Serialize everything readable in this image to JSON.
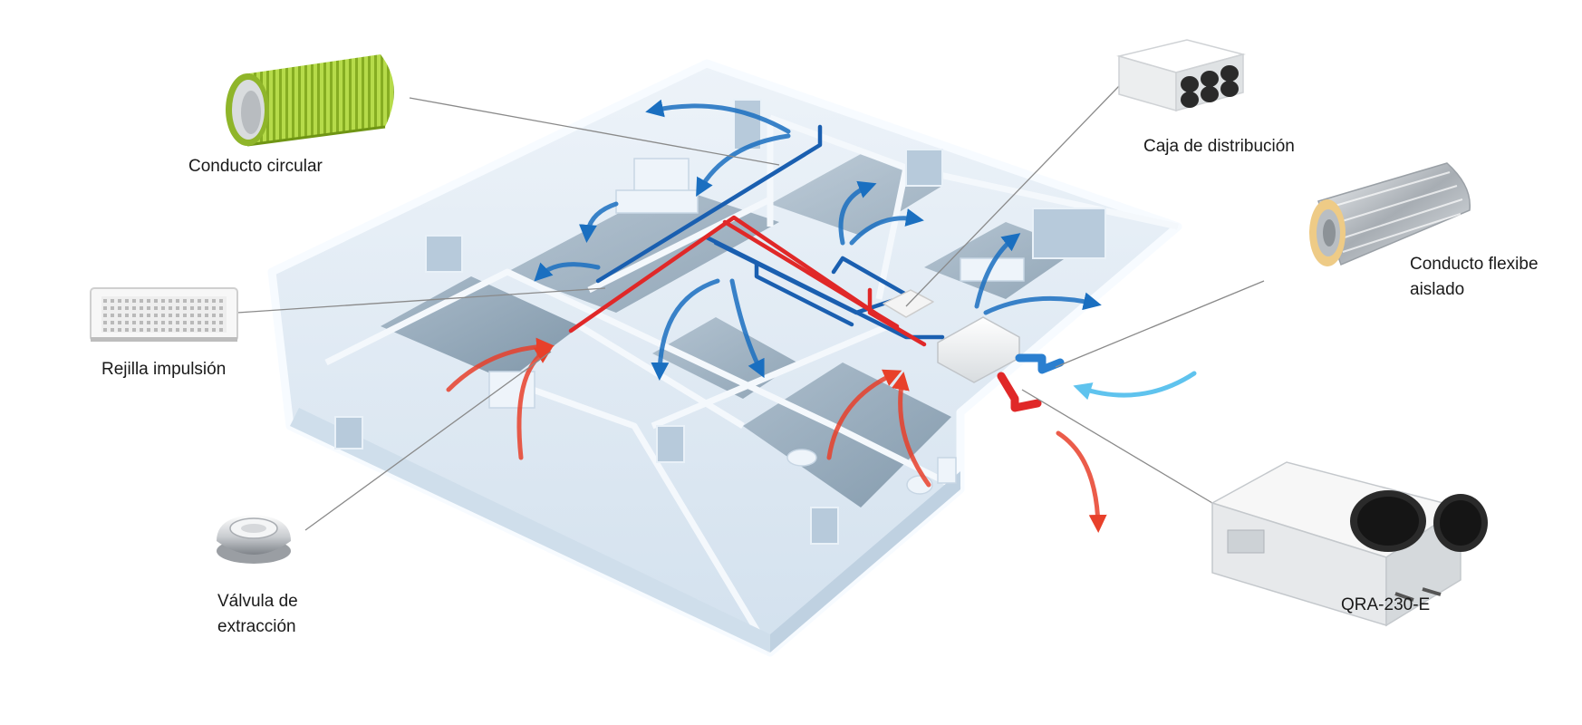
{
  "labels": {
    "conducto_circular": "Conducto circular",
    "rejilla_impulsion": "Rejilla impulsión",
    "valvula_line1": "Válvula de",
    "valvula_line2": "extracción",
    "caja_distribucion": "Caja de distribución",
    "conducto_flexible_line1": "Conducto flexibe",
    "conducto_flexible_line2": "aislado",
    "unidad_modelo": "QRA-230-E"
  },
  "colors": {
    "supply_air": "#1a6fc0",
    "extract_air": "#e8402a",
    "fresh_air": "#5fc3ee",
    "building": "#dbe8f3",
    "floor": "#7d95a8",
    "leader_line": "#8a8a8a",
    "duct_green": "#a6cf35"
  }
}
